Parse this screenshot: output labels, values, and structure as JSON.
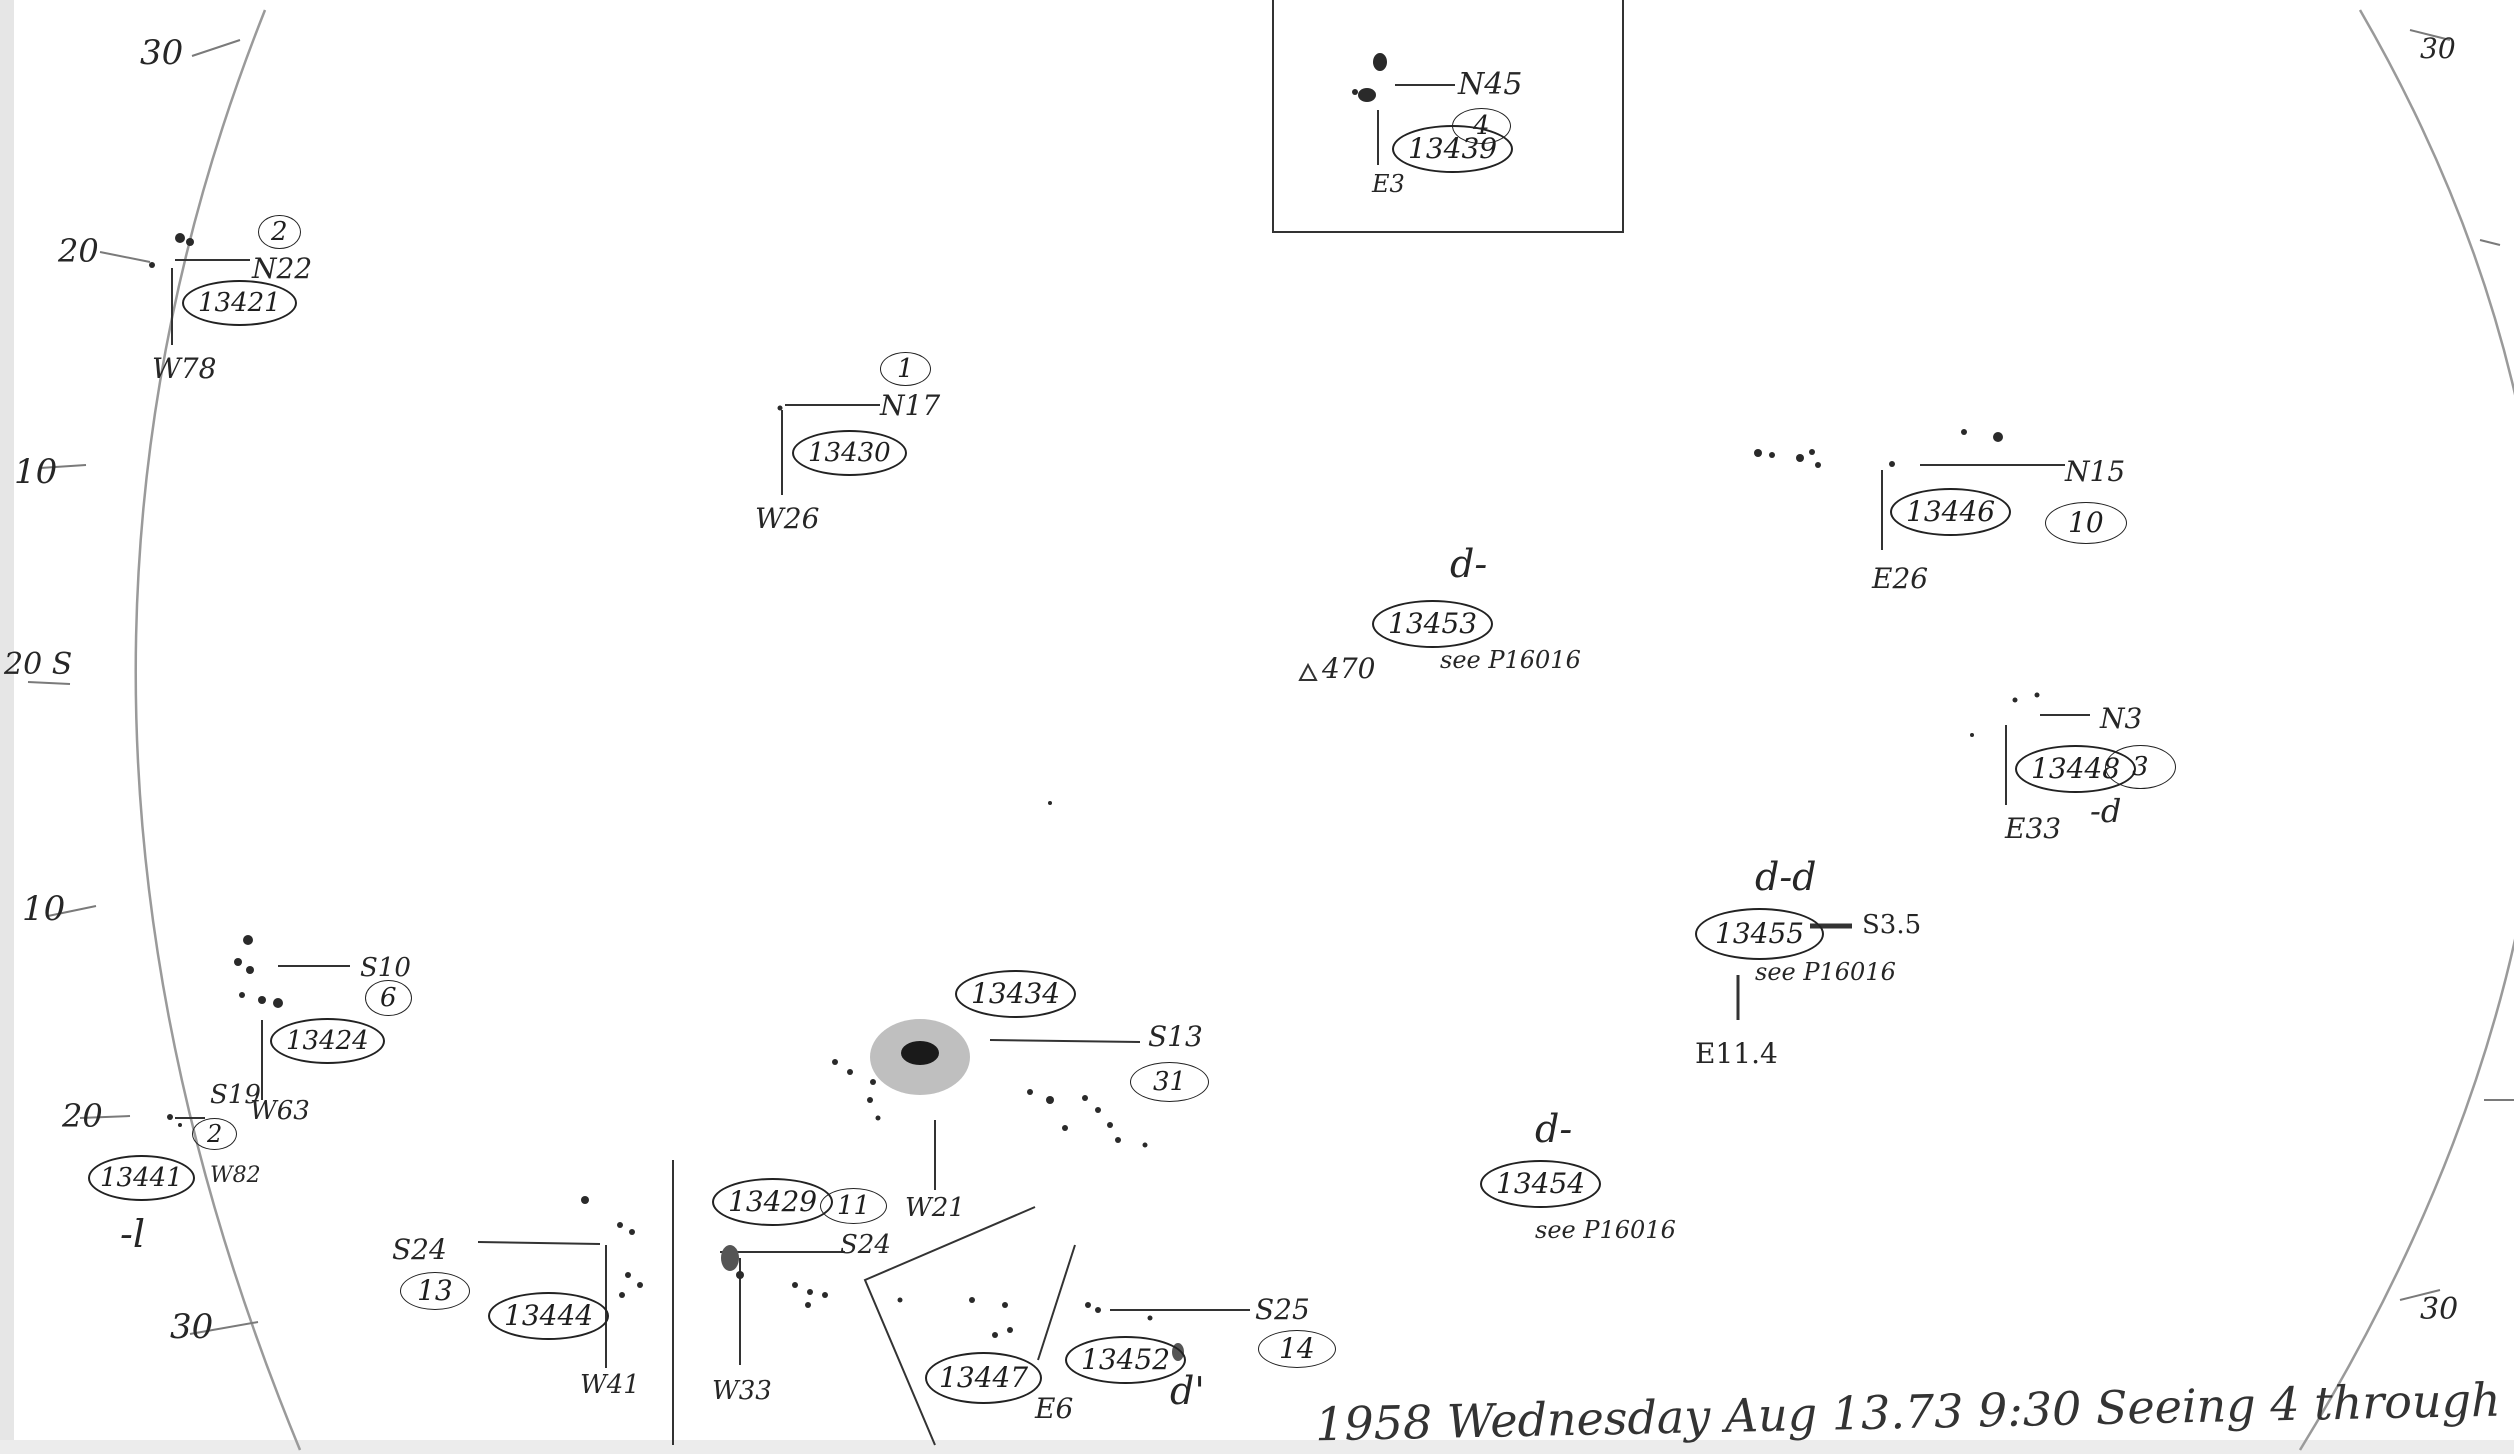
{
  "caption": "1958 Wednesday Aug 13.73 9:30 Seeing 4 through",
  "limb_ticks": {
    "left": [
      "30",
      "20",
      "10",
      "20 S",
      "10",
      "20",
      "30"
    ],
    "right": [
      "30",
      "30"
    ]
  },
  "groups": {
    "g13439": {
      "number": "13439",
      "count": "4",
      "lat": "N45",
      "lon": "E3"
    },
    "g13421": {
      "number": "13421",
      "count": "2",
      "lat": "N22",
      "lon": "W78"
    },
    "g13430": {
      "number": "13430",
      "count": "1",
      "lat": "N17",
      "lon": "W26"
    },
    "g13446": {
      "number": "13446",
      "count": "10",
      "lat": "N15",
      "lon": "E26"
    },
    "g13453": {
      "number": "13453",
      "class": "d-",
      "marker": "470",
      "note": "see P16016"
    },
    "g13448": {
      "number": "13448",
      "count": "3",
      "lat": "N3",
      "lon": "E33",
      "class": "-d"
    },
    "g13455": {
      "number": "13455",
      "class": "d-d",
      "lat": "S3.5",
      "lon": "E11.4",
      "note": "see P16016"
    },
    "g13424": {
      "number": "13424",
      "count": "6",
      "lat": "S10",
      "lon": "W63"
    },
    "g13441": {
      "number": "13441",
      "count": "2",
      "lat": "S19",
      "lon": "W82",
      "class": "-l"
    },
    "g13434": {
      "number": "13434",
      "count": "31",
      "lat": "S13",
      "lon": "W21"
    },
    "g13454": {
      "number": "13454",
      "class": "d-",
      "note": "see P16016"
    },
    "g13444": {
      "number": "13444",
      "count": "13",
      "lat": "S24",
      "lon": "W41"
    },
    "g13429": {
      "number": "13429",
      "count": "11",
      "lat": "S24",
      "lon": "W33"
    },
    "g13447": {
      "number": "13447"
    },
    "g13452": {
      "number": "13452",
      "count": "14",
      "lat": "S25",
      "lon": "E6",
      "class": "d'"
    }
  }
}
